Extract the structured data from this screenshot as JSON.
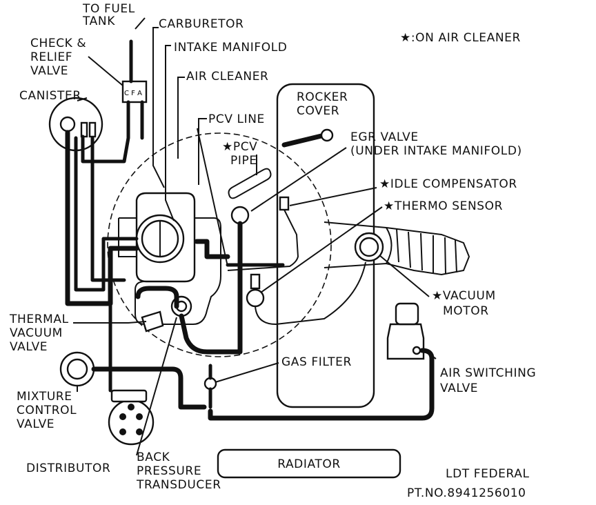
{
  "note": "★:ON AIR CLEANER",
  "labels": {
    "fuel_tank_1": "TO FUEL",
    "fuel_tank_2": "TANK",
    "carburetor": "CARBURETOR",
    "intake_manifold": "INTAKE MANIFOLD",
    "air_cleaner": "AIR CLEANER",
    "check_relief_1": "CHECK &",
    "check_relief_2": "RELIEF",
    "check_relief_3": "VALVE",
    "canister": "CANISTER",
    "rocker_cover_1": "ROCKER",
    "rocker_cover_2": "COVER",
    "pcv_line": "PCV LINE",
    "pcv_pipe_1": "★PCV",
    "pcv_pipe_2": "PIPE",
    "egr_valve_1": "EGR VALVE",
    "egr_valve_2": "(UNDER INTAKE MANIFOLD)",
    "idle_compensator": "★IDLE COMPENSATOR",
    "thermo_sensor": "★THERMO SENSOR",
    "vacuum_motor_1": "★VACUUM",
    "vacuum_motor_2": "MOTOR",
    "thermal_vacuum_1": "THERMAL",
    "thermal_vacuum_2": "VACUUM",
    "thermal_vacuum_3": "VALVE",
    "gas_filter": "GAS FILTER",
    "air_switching_1": "AIR SWITCHING",
    "air_switching_2": "VALVE",
    "mixture_control_1": "MIXTURE",
    "mixture_control_2": "CONTROL",
    "mixture_control_3": "VALVE",
    "distributor": "DISTRIBUTOR",
    "back_pressure_1": "BACK",
    "back_pressure_2": "PRESSURE",
    "back_pressure_3": "TRANSDUCER",
    "radiator": "RADIATOR",
    "check_valve_ports": "C F A",
    "variant": "LDT FEDERAL",
    "part_number": "PT.NO.8941256010"
  }
}
